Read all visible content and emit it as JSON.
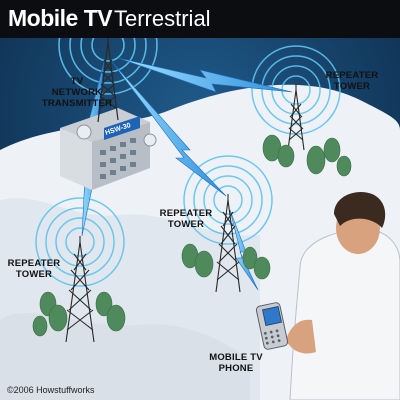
{
  "title": {
    "bold": "Mobile TV",
    "light": "Terrestrial"
  },
  "labels": {
    "transmitter": [
      "TV",
      "NETWORK",
      "TRANSMITTER"
    ],
    "repeater_top_right": [
      "REPEATER",
      "TOWER"
    ],
    "repeater_center": [
      "REPEATER",
      "TOWER"
    ],
    "repeater_left": [
      "REPEATER",
      "TOWER"
    ],
    "phone": [
      "MOBILE TV",
      "PHONE"
    ]
  },
  "building_sign": "HSW-30",
  "copyright": "©2006 Howstuffworks",
  "colors": {
    "sky": "#0e2f52",
    "ground": "#eef2f6",
    "signal": "#5ec3ef",
    "beam": "#2f8fde",
    "tower": "#2a2a2a",
    "tree": "#4f8a5c",
    "title_bg": "#0b0d10"
  }
}
